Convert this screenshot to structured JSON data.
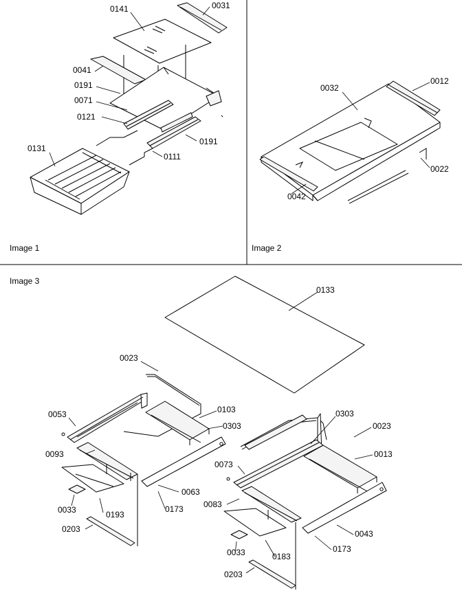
{
  "captions": {
    "image1": "Image 1",
    "image2": "Image 2",
    "image3": "Image 3"
  },
  "image1_parts": {
    "p0141": "0141",
    "p0031": "0031",
    "p0041": "0041",
    "p0191_top": "0191",
    "p0071": "0071",
    "p0121": "0121",
    "p0191_bottom": "0191",
    "p0131": "0131",
    "p0111": "0111"
  },
  "image2_parts": {
    "p0032": "0032",
    "p0012": "0012",
    "p0022": "0022",
    "p0042": "0042"
  },
  "image3_parts": {
    "p0133": "0133",
    "p0023_left": "0023",
    "p0053": "0053",
    "p0103": "0103",
    "p0303_left": "0303",
    "p0093": "0093",
    "p0063": "0063",
    "p0033_left": "0033",
    "p0193": "0193",
    "p0173_left": "0173",
    "p0203_left": "0203",
    "p0303_right": "0303",
    "p0023_right": "0023",
    "p0013": "0013",
    "p0073": "0073",
    "p0083": "0083",
    "p0043": "0043",
    "p0033_right": "0033",
    "p0183": "0183",
    "p0173_right": "0173",
    "p0203_right": "0203"
  }
}
